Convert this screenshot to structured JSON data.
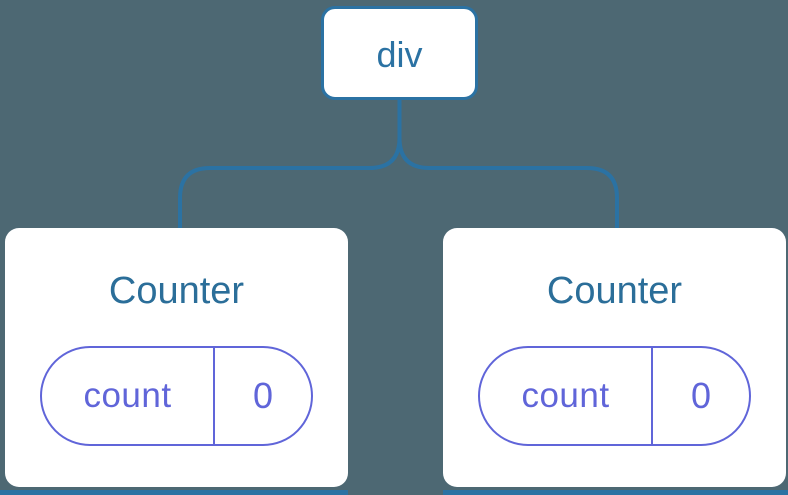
{
  "diagram": {
    "root_label": "div",
    "children": [
      {
        "title": "Counter",
        "state_key": "count",
        "state_value": "0"
      },
      {
        "title": "Counter",
        "state_key": "count",
        "state_value": "0"
      }
    ]
  },
  "colors": {
    "background": "#4D6873",
    "accent_blue": "#2B72A3",
    "card_background": "#FFFFFF",
    "component_title_blue": "#2B6E99",
    "state_purple": "#6065D9"
  }
}
